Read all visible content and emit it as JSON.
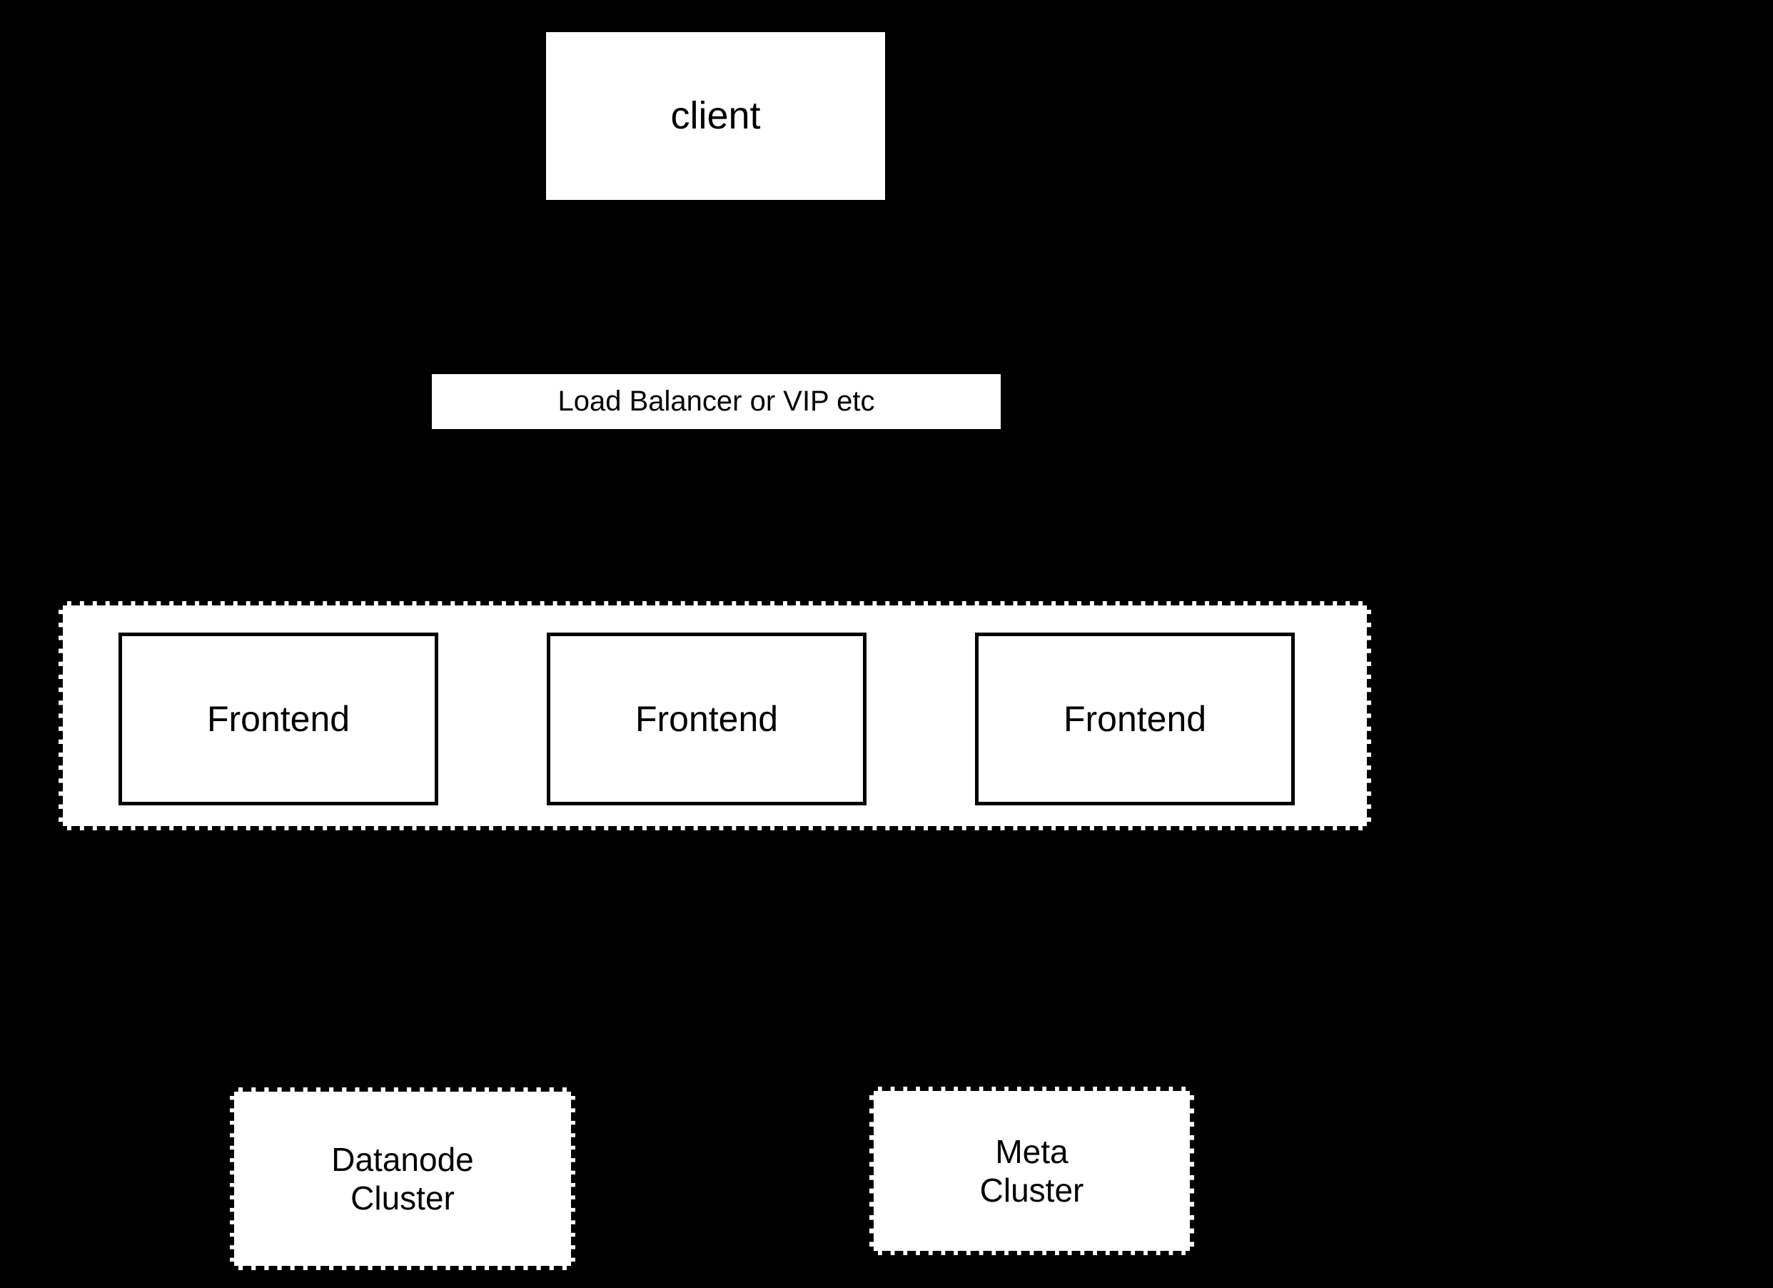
{
  "diagram": {
    "background_color": "#000000",
    "node_fill_color": "#ffffff",
    "node_text_color": "#000000",
    "nodes": {
      "client": {
        "label": "client",
        "border_style": "none"
      },
      "load_balancer": {
        "label": "Load Balancer or VIP etc",
        "border_style": "none"
      },
      "frontend_group": {
        "border_style": "dashed",
        "items": [
          {
            "label": "Frontend",
            "border_style": "solid"
          },
          {
            "label": "Frontend",
            "border_style": "solid"
          },
          {
            "label": "Frontend",
            "border_style": "solid"
          }
        ]
      },
      "datanode_cluster": {
        "label": "Datanode\nCluster",
        "border_style": "dashed"
      },
      "meta_cluster": {
        "label": "Meta\nCluster",
        "border_style": "dashed"
      }
    }
  }
}
